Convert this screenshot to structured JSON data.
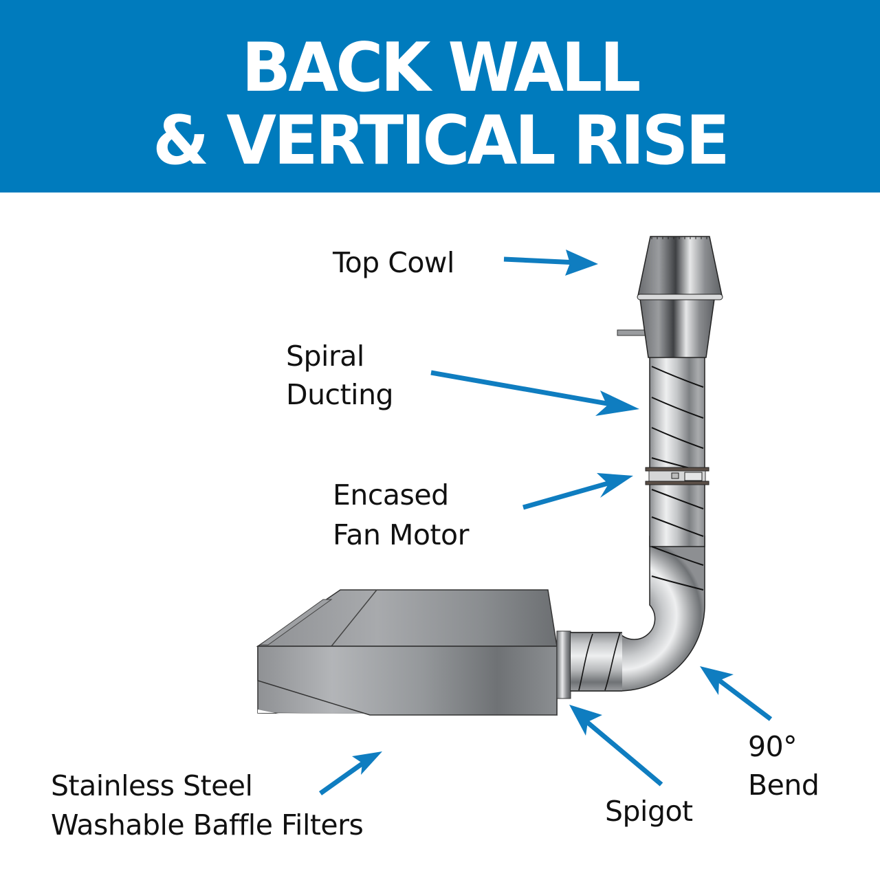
{
  "header": {
    "title_line1": "BACK WALL",
    "title_line2": "& VERTICAL RISE",
    "background_color": "#007bbd",
    "text_color": "#ffffff"
  },
  "labels": {
    "top_cowl": "Top Cowl",
    "spiral_ducting_line1": "Spiral",
    "spiral_ducting_line2": "Ducting",
    "encased_fan_motor_line1": "Encased",
    "encased_fan_motor_line2": "Fan Motor",
    "baffle_filters_line1": "Stainless Steel",
    "baffle_filters_line2": "Washable Baffle Filters",
    "spigot": "Spigot",
    "bend_line1": "90°",
    "bend_line2": "Bend"
  },
  "arrow_color": "#0f7dc0",
  "components": [
    "top-cowl",
    "spiral-ducting",
    "encased-fan-motor",
    "90-degree-bend",
    "spigot",
    "canopy-hood-with-baffle-filters"
  ]
}
